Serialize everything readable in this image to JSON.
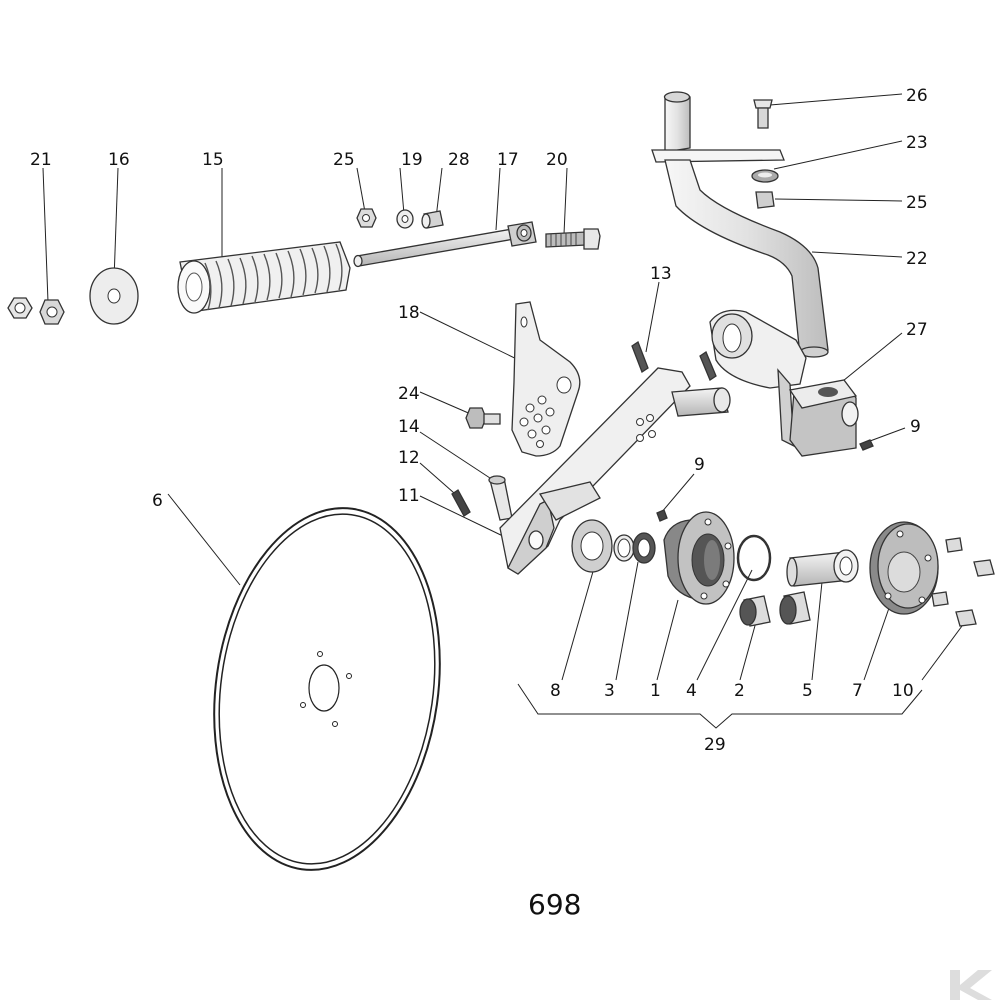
{
  "drawing": {
    "number": "698",
    "colors": {
      "line": "#222222",
      "part_fill": "#f2f2f2",
      "part_shade": "#bdbdbd",
      "dark": "#555555",
      "watermark": "#dddddd"
    },
    "watermark_logo": "K"
  },
  "callouts": {
    "c1": "1",
    "c2": "2",
    "c3": "3",
    "c4": "4",
    "c5": "5",
    "c6": "6",
    "c7": "7",
    "c8": "8",
    "c9a": "9",
    "c9b": "9",
    "c10": "10",
    "c11": "11",
    "c12": "12",
    "c13": "13",
    "c14": "14",
    "c15": "15",
    "c16": "16",
    "c17": "17",
    "c18": "18",
    "c19": "19",
    "c20": "20",
    "c21": "21",
    "c22": "22",
    "c23": "23",
    "c24": "24",
    "c25a": "25",
    "c25b": "25",
    "c26": "26",
    "c27": "27",
    "c28": "28",
    "c29": "29"
  }
}
